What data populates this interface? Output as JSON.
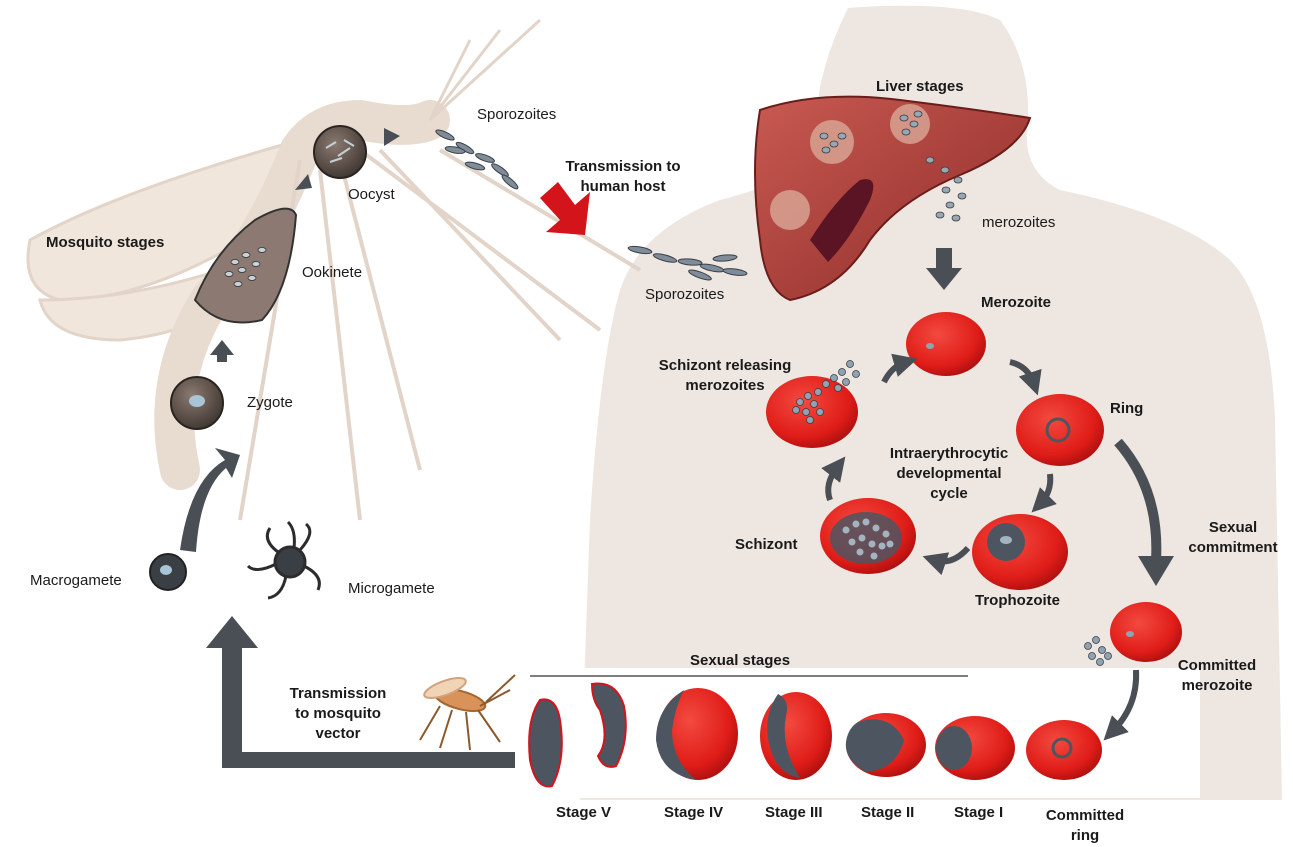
{
  "labels": {
    "mosquito_stages": "Mosquito stages",
    "sporozoites_top": "Sporozoites",
    "transmission_human_1": "Transmission",
    "transmission_human_2": "to",
    "transmission_human_3": "human host",
    "oocyst": "Oocyst",
    "ookinete": "Ookinete",
    "zygote": "Zygote",
    "macrogamete": "Macrogamete",
    "microgamete": "Microgamete",
    "liver_stages": "Liver stages",
    "merozoites_liver": "merozoites",
    "sporozoites_bottom": "Sporozoites",
    "merozoite": "Merozoite",
    "schizont_releasing_1": "Schizont releasing",
    "schizont_releasing_2": "merozoites",
    "ring": "Ring",
    "idc_1": "Intraerythrocytic",
    "idc_2": "developmental",
    "idc_3": "cycle",
    "schizont": "Schizont",
    "trophozoite": "Trophozoite",
    "sexual_commitment_1": "Sexual",
    "sexual_commitment_2": "commitment",
    "committed_merozoite_1": "Committed",
    "committed_merozoite_2": "merozoite",
    "sexual_stages": "Sexual stages",
    "transmission_mosquito_1": "Transmission",
    "transmission_mosquito_2": "to mosquito",
    "transmission_mosquito_3": "vector",
    "stage_v": "Stage V",
    "stage_iv": "Stage IV",
    "stage_iii": "Stage III",
    "stage_ii": "Stage II",
    "stage_i": "Stage I",
    "committed_ring_1": "Committed",
    "committed_ring_2": "ring"
  },
  "colors": {
    "rbc_red": "#e5201c",
    "parasite_gray": "#4d5560",
    "arrow_gray": "#4a4f55",
    "transmission_arrow": "#d4141b",
    "body_silhouette": "#ede6e1",
    "mosquito_body": "#f1e6dc",
    "liver": "#b5423d"
  }
}
